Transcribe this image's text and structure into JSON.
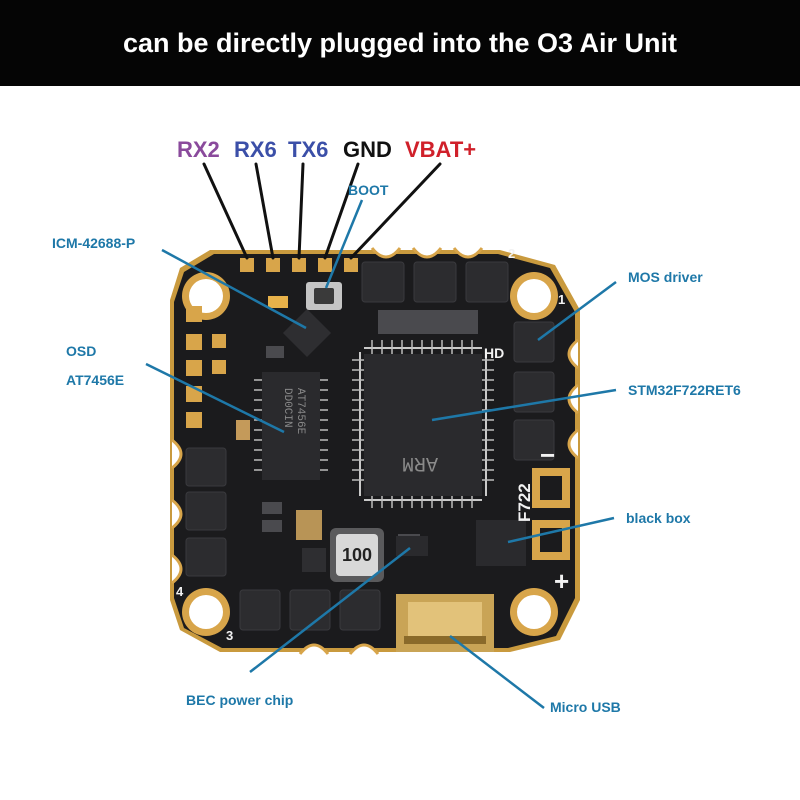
{
  "banner": {
    "text": "can be directly plugged into the O3 Air Unit"
  },
  "pins": [
    {
      "label": "RX2",
      "color": "#8a4a9c"
    },
    {
      "label": "RX6",
      "color": "#3b4fa8"
    },
    {
      "label": "TX6",
      "color": "#3b4fa8"
    },
    {
      "label": "GND",
      "color": "#111111"
    },
    {
      "label": "VBAT+",
      "color": "#d0202a"
    }
  ],
  "callouts": {
    "boot": "BOOT",
    "icm": "ICM-42688-P",
    "osd_line1": "OSD",
    "osd_line2": "AT7456E",
    "mos": "MOS driver",
    "mcu": "STM32F722RET6",
    "blackbox": "black box",
    "bec": "BEC power chip",
    "usb": "Micro USB"
  },
  "board_marks": {
    "m1": "1",
    "m2": "2",
    "m3": "3",
    "m4": "4",
    "hd": "HD",
    "model": "F722",
    "minus": "−",
    "plus": "+",
    "inductor": "100"
  },
  "chip_marks": {
    "mcu_brand": "ARM",
    "osd_line1": "AT7456E",
    "osd_line2": "DD0CIN"
  },
  "colors": {
    "callout_line": "#1e78a8",
    "board": "#1b1b1d",
    "pad_gold": "#d8a54a"
  }
}
